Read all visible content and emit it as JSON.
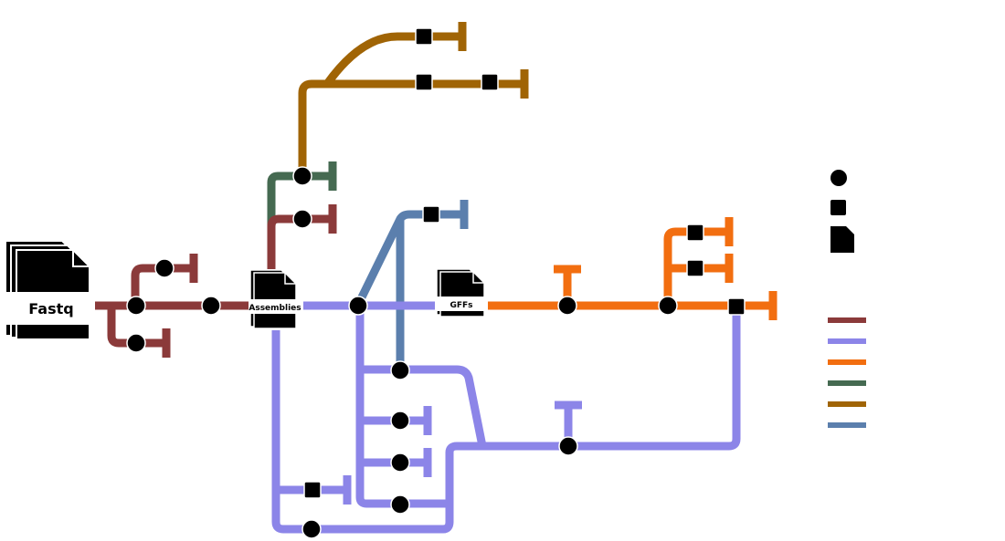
{
  "files": {
    "fastq": "Fastq",
    "assemblies": "Assemblies",
    "gffs": "GFFs"
  },
  "colors": {
    "red": "#8b3a3a",
    "purple": "#8c85e8",
    "orange": "#f26e10",
    "green": "#456a51",
    "brown": "#a06405",
    "blue": "#5b7fad",
    "node": "#000000"
  },
  "legend": {
    "symbols": [
      "process-circle",
      "process-square",
      "file"
    ],
    "line_colors": [
      "#8b3a3a",
      "#8c85e8",
      "#f26e10",
      "#456a51",
      "#a06405",
      "#5b7fad"
    ]
  }
}
